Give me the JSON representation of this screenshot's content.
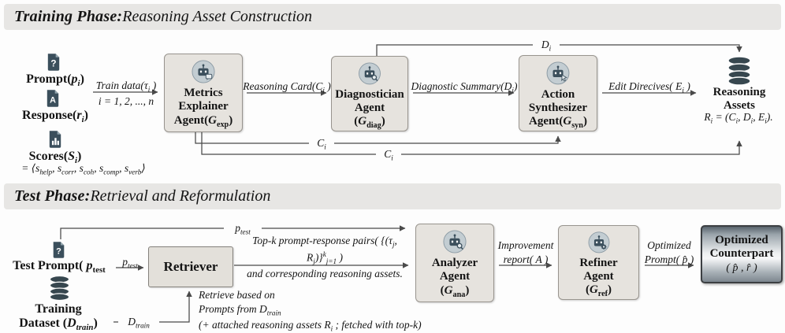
{
  "palette": {
    "line": "#4a4a4a",
    "box_bg": "#e6e3de",
    "box_border": "#98948e",
    "icon_circle_bg": "#c3cdd2",
    "icon_dark": "#3b4f5c",
    "header_bg": "#e7e6e4"
  },
  "training": {
    "header": {
      "bold": "Training Phase:",
      "rest": " Reasoning Asset Construction"
    },
    "inputs": {
      "prompt_label": "Prompt(<i>p<sub>i</sub></i>)",
      "response_label": "Response(<i>r<sub>i</sub></i>)",
      "scores_label": "Scores(<i>S<sub>i</sub></i>)",
      "scores_formula": "= ⟨s<sub>help</sub>, s<sub>corr</sub>, s<sub>coh</sub>, s<sub>comp</sub>, s<sub>verb</sub>⟩"
    },
    "arrows": {
      "train_data": "Train data(τ<sub>i</sub> )",
      "train_data_index": "i = 1, 2, ..., n",
      "reasoning_card": "Reasoning Card(C<sub>i</sub> )",
      "diagnostic_summary": "Diagnostic Summary(D<sub>i</sub>)",
      "edit_directives": "Edit Direcives( E<sub>i</sub> )",
      "d_i": "D<sub>i</sub>",
      "c_i_short": "C<sub>i</sub>",
      "c_i_long": "C<sub>i</sub>"
    },
    "boxes": {
      "metrics": "Metrics<br>Explainer<br>Agent(<i>G</i><sub>exp</sub>)",
      "diagnostician": "Diagnostician<br>Agent<br>(<i>G</i><sub>diag</sub>)",
      "synthesizer": "Action<br>Synthesizer<br>Agent(<i>G</i><sub>syn</sub>)"
    },
    "assets": {
      "label": "Reasoning<br>Assets",
      "formula": "R<sub>i</sub> = (C<sub>i</sub>, D<sub>i</sub>, E<sub>i</sub>)."
    }
  },
  "test": {
    "header": {
      "bold": "Test Phase:",
      "rest": " Retrieval and Reformulation"
    },
    "test_prompt_label": "Test Prompt( <i>p</i><sub>test</sub> )",
    "p_test_small": "p<sub>test</sub>",
    "p_test_top": "p<sub>test</sub>",
    "retriever_label": "Retriever",
    "training_dataset_label": "Training<br>Dataset (<i>D<sub>train</sub></i>)",
    "d_train": "D<sub>train</sub>",
    "retrieve_note": "Retrieve based on<br>Prompts from D<sub>train</sub><br>(+ attached reasoning assets R<sub>i</sub> ; fetched with top-k)",
    "topk_label": "Top-k prompt-response pairs( {(τ<sub>j</sub>, R<sub>j</sub>)}<sup>k</sup><sub>j=1</sub> )<br>and corresponding reasoning assets.",
    "improvement_label": "Improvement<br>report( A )",
    "optimized_label": "Optimized<br>Prompt( p̂ )",
    "boxes": {
      "analyzer": "Analyzer<br>Agent<br>(<i>G</i><sub>ana</sub>)",
      "refiner": "Refiner<br>Agent<br>(<i>G</i><sub>ref</sub>)",
      "counterpart_title": "Optimized<br>Counterpart",
      "counterpart_math": "( p̂ , r̂ )"
    }
  }
}
